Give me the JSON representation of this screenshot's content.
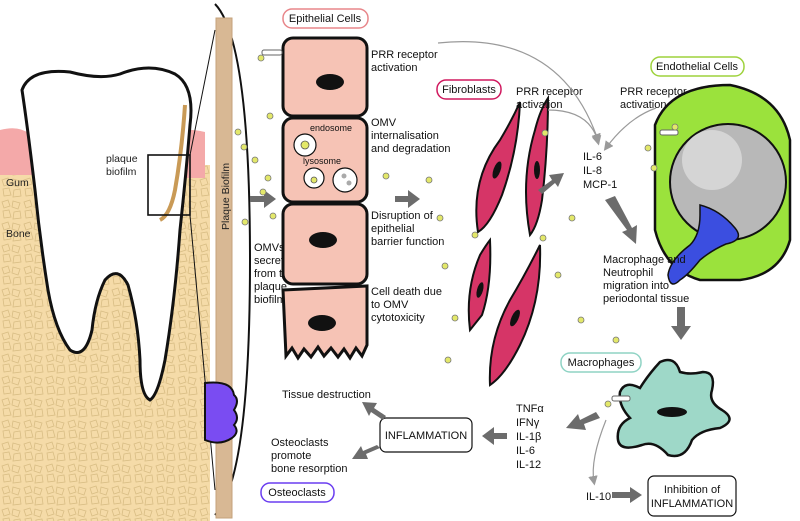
{
  "labels": {
    "epithelial_cells": "Epithelial Cells",
    "fibroblasts": "Fibroblasts",
    "endothelial_cells": "Endothelial Cells",
    "macrophages": "Macrophages",
    "osteoclasts": "Osteoclasts",
    "gum": "Gum",
    "bone": "Bone",
    "plaque_biofilm_a": "plaque",
    "plaque_biofilm_b": "biofilm",
    "plaque_biofilm_vertical": "Plaque Biofilm",
    "omv_secreted": [
      "OMVs are",
      "secreted",
      "from the",
      "plaque",
      "biofilm"
    ],
    "prr_epithelial": [
      "PRR receptor",
      "activation"
    ],
    "omv_internalisation": [
      "OMV",
      "internalisation",
      "and degradation"
    ],
    "endosome": "endosome",
    "lysosome": "lysosome",
    "disruption": [
      "Disruption of",
      "epithelial",
      "barrier function"
    ],
    "cell_death": [
      "Cell death due",
      "to OMV",
      "cytotoxicity"
    ],
    "prr_fibroblast": [
      "PRR receptor",
      "activation"
    ],
    "prr_endothelial": [
      "PRR receptor",
      "activation"
    ],
    "cytokines_1": [
      "IL-6",
      "IL-8",
      "MCP-1"
    ],
    "migration": [
      "Macrophage and",
      "Neutrophil",
      "migration into",
      "periodontal tissue"
    ],
    "cytokines_2": [
      "TNFα",
      "IFNγ",
      "IL-1β",
      "IL-6",
      "IL-12"
    ],
    "inflammation": "INFLAMMATION",
    "tissue_destruction": "Tissue destruction",
    "osteoclast_effect": [
      "Osteoclasts",
      "promote",
      "bone resorption"
    ],
    "il10": "IL-10",
    "inhibition": [
      "Inhibition of",
      "INFLAMMATION"
    ]
  },
  "colors": {
    "epithelial_outline": "#e8868a",
    "fibroblast_outline": "#d0185e",
    "endothelial_outline": "#9ed23c",
    "macrophage_outline": "#8fd3c4",
    "osteoclast_outline": "#6a3df0",
    "epithelial_fill": "#f6c3b5",
    "fibroblast_fill": "#d63567",
    "endothelial_fill": "#9be23c",
    "macrophage_fill": "#9ed8c8",
    "osteoclast_fill": "#7a4cf2",
    "bone_fill": "#f5dba8",
    "gum_fill": "#f4a9a9",
    "omv_fill": "#e3e86a",
    "arrow_grey": "#6c6c6c"
  }
}
